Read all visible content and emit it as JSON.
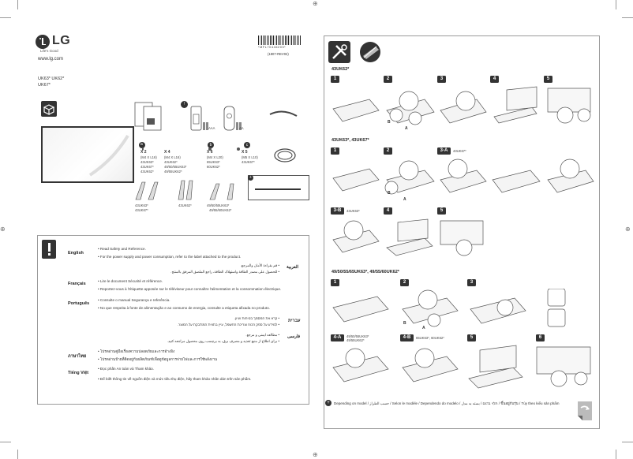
{
  "header": {
    "brand": "LG",
    "tagline": "Life's Good",
    "website": "www.lg.com",
    "models_line1": "UK63* UK62*",
    "models_line2": "UK67*",
    "barcode_digits": "*MFL70446203*",
    "revision": "(1807-REV02)"
  },
  "parts": {
    "remote_batteries_aaa": "AAA",
    "remote_batteries_aa": "AA",
    "screws": [
      {
        "badge": "",
        "count": "X 2",
        "spec": "(M4 X L16)",
        "models": [
          "43UK63*",
          "43UK62*",
          "43UK67*",
          "43UK62*"
        ]
      },
      {
        "badge": "",
        "count": "X 4",
        "spec": "(M4 X L16)",
        "models": [
          "43UK62*",
          "49/50/55UK63*",
          "49/55UK62*"
        ]
      },
      {
        "badge": "b",
        "count": "X 6",
        "spec": "(M4 X L20)",
        "models": [
          "65UK63*",
          "60UK62*"
        ]
      },
      {
        "badge": "c",
        "count": "X 5",
        "spec": "(M5 X L10)",
        "models": [
          "43UK67*"
        ]
      }
    ],
    "stand_labels": [
      "43UK63*",
      "43UK67*",
      "43UK62*",
      "49/50/55UK63*",
      "49/55/60UK62*"
    ]
  },
  "safety": {
    "entries": [
      {
        "lang": "English",
        "lines": [
          "• Read Safety and Reference.",
          "• For the power supply and power consumption, refer to the label attached to the product."
        ]
      },
      {
        "lang": "Français",
        "lines": [
          "• Lire le document Sécurité et référence.",
          "• Reportez-vous à l'étiquette apposée sur le téléviseur pour connaître l'alimentation et la consommation électrique."
        ]
      },
      {
        "lang": "Português",
        "lines": [
          "• Consulte o manual Segurança e referência.",
          "• No que respeita à fonte de alimentação e ao consumo de energia, consulte a etiqueta afixada no produto."
        ]
      },
      {
        "lang": "ภาษาไทย",
        "lines": [
          "• โปรดอ่านคู่มือเรื่องความปลอดภัยและการอ้างอิง",
          "• โปรดอ่านป้ายที่ติดอยู่กับผลิตภัณฑ์เพื่อดูข้อมูลการจ่ายไฟและการใช้พลังงาน"
        ]
      },
      {
        "lang": "Tiếng Việt",
        "lines": [
          "• Đọc phần An toàn và Tham khảo.",
          "• Để biết thông tin về nguồn điện và mức tiêu thụ điện, hãy tham khảo nhãn dán trên sản phẩm."
        ]
      }
    ],
    "rtl_entries": [
      {
        "lang": "العربية",
        "lines": [
          "• قم بقراءة الأمان والمرجع.",
          "• للحصول على مصدر الطاقة واستهلاك الطاقة، راجع الملصق المرفق بالمنتج."
        ]
      },
      {
        "lang": "עברית",
        "lines": [
          "• קרא את המסמך בטיחות ועיון.",
          "• למידע על ספק הכוח וצריכת החשמל, עיין בתווית המודבקת על המוצר."
        ]
      },
      {
        "lang": "فارسی",
        "lines": [
          "• مطالعه ایمنی و مرجع.",
          "• برای اطلاع از منبع تغذیه و مصرف برق، به برچسب روی محصول مراجعه کنید."
        ]
      }
    ]
  },
  "assembly": {
    "section1": {
      "model": "43UK62*",
      "steps": [
        "1",
        "2",
        "3",
        "4",
        "5"
      ]
    },
    "section2": {
      "model": "43UK63*, 43UK67*",
      "steps": [
        "1",
        "2",
        "3-A",
        "3-B",
        "4",
        "5"
      ],
      "step3a_label": "43UK67*",
      "step3b_label": "43UK63*"
    },
    "section3": {
      "model": "49/50/55/65UK63*, 49/55/60UK62*",
      "steps": [
        "1",
        "2",
        "3",
        "4-A",
        "4-B",
        "5",
        "6"
      ],
      "step4a_label": "49/50/55UK63*\n49/55UK62*",
      "step4b_label": "65UK63*, 60UK62*"
    },
    "label_a": "A",
    "label_b": "B"
  },
  "footer": {
    "note": "Depending on model / حسب الطراز / Selon le modèle / Dependendo do modelo / תלוי בדגם / بسته به مدل / ขึ้นอยู่กับรุ่น / Tùy theo kiểu sản phẩm"
  }
}
